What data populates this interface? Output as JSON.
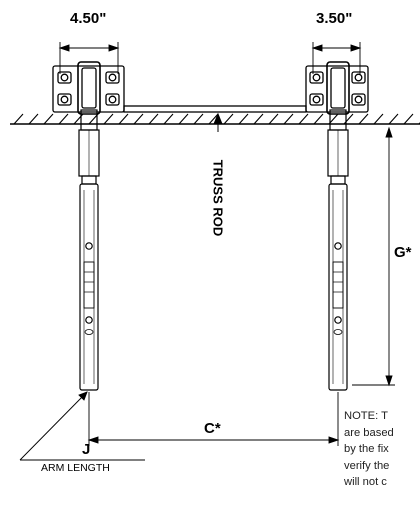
{
  "dimensions": {
    "left_bracket_width": "4.50\"",
    "right_bracket_width": "3.50\"",
    "span": "C*",
    "height": "G*",
    "arm": "J"
  },
  "labels": {
    "truss_rod": "TRUSS ROD",
    "arm_length": "ARM LENGTH"
  },
  "note_lines": [
    "NOTE: T",
    "are based",
    "by the fix",
    "verify the",
    "will not c"
  ]
}
